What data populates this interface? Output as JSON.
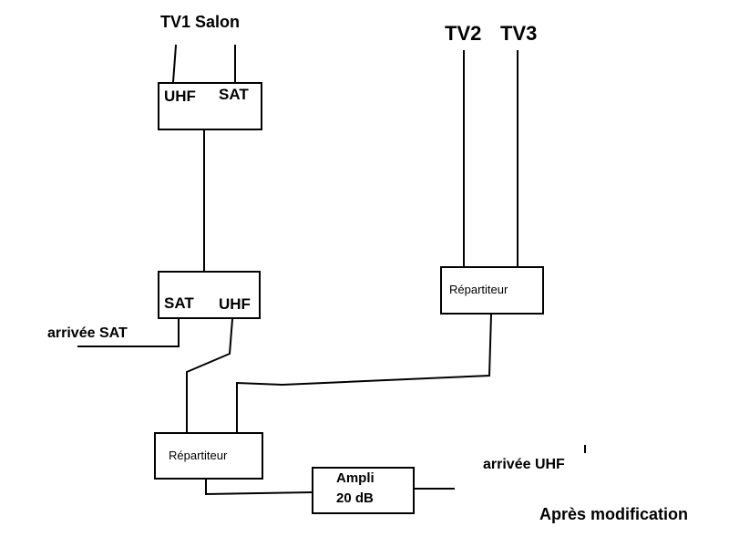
{
  "labels": {
    "tv1": "TV1 Salon",
    "tv2": "TV2",
    "tv3": "TV3",
    "top_uhf": "UHF",
    "top_sat": "SAT",
    "mid_sat": "SAT",
    "mid_uhf": "UHF",
    "arrivee_sat": "arrivée SAT",
    "repartiteur_right": "Répartiteur",
    "repartiteur_bottom": "Répartiteur",
    "ampli_line1": "Ampli",
    "ampli_line2": "20 dB",
    "arrivee_uhf": "arrivée UHF",
    "caption": "Après modification"
  },
  "colors": {
    "line": "#000000",
    "background": "#ffffff"
  }
}
